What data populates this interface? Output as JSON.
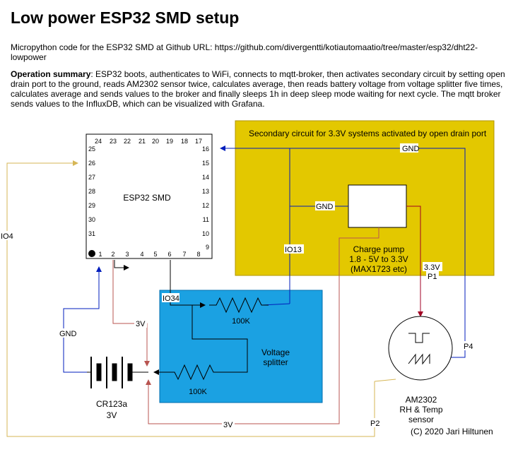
{
  "title": "Low power ESP32 SMD setup",
  "intro": "Micropython code for the ESP32 SMD at Github URL: https://github.com/divergentti/kotiautomaatio/tree/master/esp32/dht22-lowpower",
  "summary": {
    "heading": "Operation summary",
    "text": ": ESP32 boots, authenticates to WiFi, connects to mqtt-broker, then activates secondary circuit by setting open drain port to the ground, reads AM2302 sensor twice, calculates average, then reads battery voltage from voltage splitter five times, calculates average and sends values to the broker and finally sleeps 1h in deep sleep mode waiting for next cycle. The mqtt broker sends values to the InfluxDB, which can be visualized with Grafana."
  },
  "esp32": {
    "label": "ESP32 SMD",
    "top_pins": [
      "24",
      "23",
      "22",
      "21",
      "20",
      "19",
      "18",
      "17"
    ],
    "left_pins": [
      "25",
      "26",
      "27",
      "28",
      "29",
      "30",
      "31"
    ],
    "right_pins": [
      "16",
      "15",
      "14",
      "13",
      "12",
      "11",
      "10",
      "9"
    ],
    "bottom_pins": [
      "1",
      "2",
      "3",
      "4",
      "5",
      "6",
      "7",
      "8"
    ]
  },
  "secondary_circuit": {
    "title": "Secondary circuit for 3.3V systems activated by open drain port"
  },
  "charge_pump": {
    "line1": "Charge pump",
    "line2": "1.8 - 5V to 3.3V",
    "line3": "(MAX1723 etc)"
  },
  "voltage_splitter": {
    "line1": "Voltage",
    "line2": "splitter",
    "r1": "100K",
    "r2": "100K"
  },
  "battery": {
    "line1": "CR123a",
    "line2": "3V"
  },
  "sensor": {
    "line1": "AM2302",
    "line2": "RH & Temp",
    "line3": "sensor"
  },
  "wire_labels": {
    "gnd_top": "GND",
    "gnd_pump": "GND",
    "gnd_battery": "GND",
    "io13": "IO13",
    "io34": "IO34",
    "io4": "IO4",
    "v3_top": "3V",
    "v3_bottom": "3V",
    "v33": "3.3V",
    "p1": "P1",
    "p2": "P2",
    "p4": "P4"
  },
  "copyright": "(C) 2020 Jari Hiltunen",
  "colors": {
    "secondary_fill": "#e3c800",
    "splitter_fill": "#1ba1e2",
    "gnd_wire": "#001dbc",
    "power_wire": "#b85450",
    "io4_wire": "#d6b656",
    "pump_wire": "#a20025"
  }
}
